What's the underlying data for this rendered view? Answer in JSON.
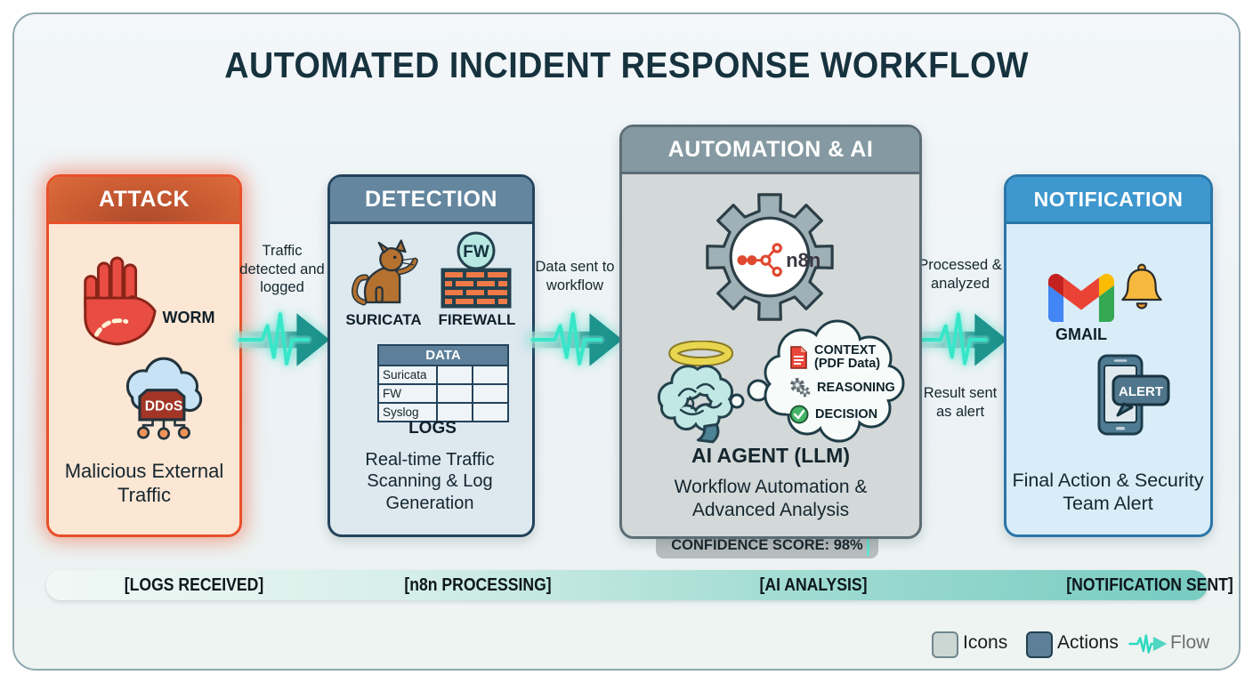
{
  "title": "AUTOMATED INCIDENT RESPONSE WORKFLOW",
  "stages": {
    "attack": {
      "header": "ATTACK",
      "worm_label": "WORM",
      "ddos_label": "DDoS",
      "caption": "Malicious External Traffic"
    },
    "detection": {
      "header": "DETECTION",
      "suricata_label": "SURICATA",
      "fw_badge": "FW",
      "firewall_label": "FIREWALL",
      "table": {
        "title": "DATA",
        "rows": [
          "Suricata",
          "FW",
          "Syslog"
        ]
      },
      "logs_label": "LOGS",
      "caption": "Real-time Traffic Scanning & Log Generation"
    },
    "automation": {
      "header": "AUTOMATION & AI",
      "n8n_label": "n8n",
      "thought": {
        "context": "CONTEXT",
        "context_sub": "(PDF Data)",
        "reasoning": "REASONING",
        "decision": "DECISION"
      },
      "agent_title": "AI AGENT (LLM)",
      "caption": "Workflow Automation & Advanced Analysis",
      "confidence": "CONFIDENCE SCORE: 98%"
    },
    "notification": {
      "header": "NOTIFICATION",
      "gmail_label": "GMAIL",
      "alert_label": "ALERT",
      "caption": "Final Action & Security Team Alert"
    }
  },
  "arrows": [
    {
      "label": "Traffic detected and logged"
    },
    {
      "label": "Data sent to workflow"
    },
    {
      "label": "Processed & analyzed",
      "label_below": "Result sent as alert"
    }
  ],
  "status_bar": [
    "[LOGS RECEIVED]",
    "[n8n PROCESSING]",
    "[AI ANALYSIS]",
    "[NOTIFICATION SENT]"
  ],
  "legend": {
    "icons": "Icons",
    "actions": "Actions",
    "flow": "Flow"
  },
  "colors": {
    "accent_teal": "#2aa8a0",
    "pulse": "#38e6c9",
    "attack_border": "#e8502a",
    "detection_header": "#64869f",
    "automation_header": "#8599a2",
    "notification_header": "#3e97ce",
    "title_color": "#16323e"
  }
}
